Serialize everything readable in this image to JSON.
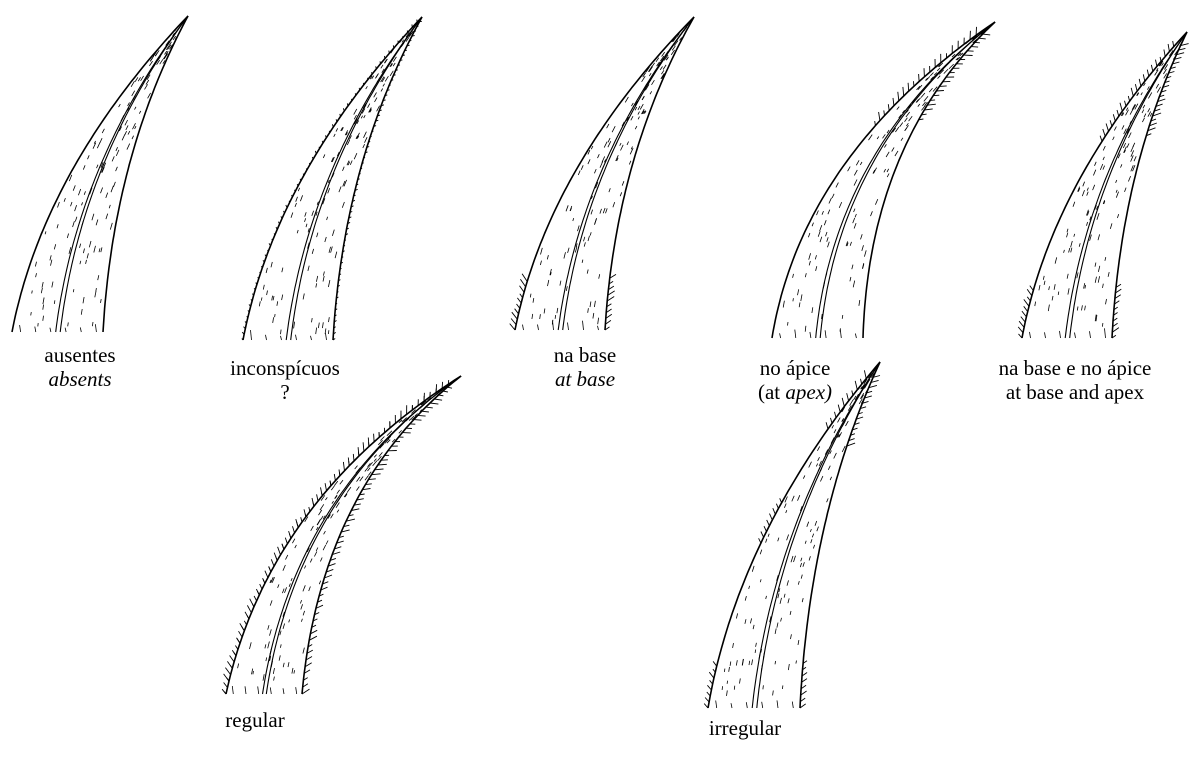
{
  "panels": [
    {
      "id": "absent",
      "line1": "ausentes",
      "line2": "absents",
      "line2_italic": true
    },
    {
      "id": "inconspicuous",
      "line1": "inconspícuos",
      "line2": "?",
      "line2_italic": false
    },
    {
      "id": "base",
      "line1": "na base",
      "line2": "at base",
      "line2_italic": true
    },
    {
      "id": "apex",
      "line1": "no ápice",
      "line2_pre": "(at ",
      "line2_em": "apex)"
    },
    {
      "id": "base-apex",
      "line1": "na base e no ápice",
      "line2": "at base and apex",
      "line2_italic": false
    },
    {
      "id": "regular",
      "line1": "regular"
    },
    {
      "id": "irregular",
      "line1": "irregular"
    }
  ]
}
